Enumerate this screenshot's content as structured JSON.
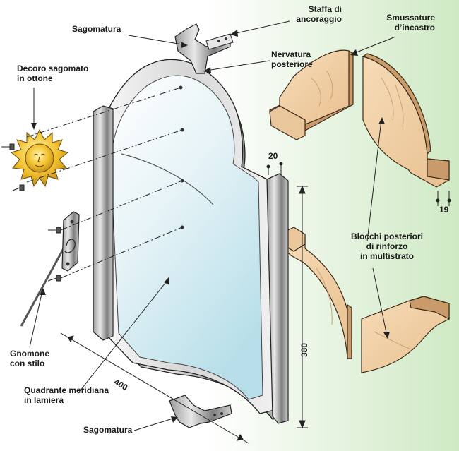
{
  "labels": {
    "sagomatura_top": "Sagomatura",
    "staffa_line1": "Staffa di",
    "staffa_line2": "ancoraggio",
    "smussature_line1": "Smussature",
    "smussature_line2": "d’incastro",
    "nervatura_line1": "Nervatura",
    "nervatura_line2": "posteriore",
    "decoro_line1": "Decoro sagomato",
    "decoro_line2": "in ottone",
    "blocchi_line1": "Blocchi posteriori",
    "blocchi_line2": "di rinforzo",
    "blocchi_line3": "in multistrato",
    "gnomone_line1": "Gnomone",
    "gnomone_line2": "con stilo",
    "quadrante_line1": "Quadrante meridiana",
    "quadrante_line2": "in lamiera",
    "sagomatura_bottom": "Sagomatura"
  },
  "dimensions": {
    "d20": "20",
    "d19": "19",
    "d380": "380",
    "d400": "400"
  },
  "colors": {
    "background_gradient_start": "#ffffff",
    "background_gradient_end": "#cfe9c4",
    "wood": "#f0cfa6",
    "wood_dark": "#c99a6a",
    "metal_light": "#f4f4f4",
    "metal_dark": "#8c8c8c",
    "dial_glass": "#c5e6f0",
    "brass": "#f2c230"
  }
}
